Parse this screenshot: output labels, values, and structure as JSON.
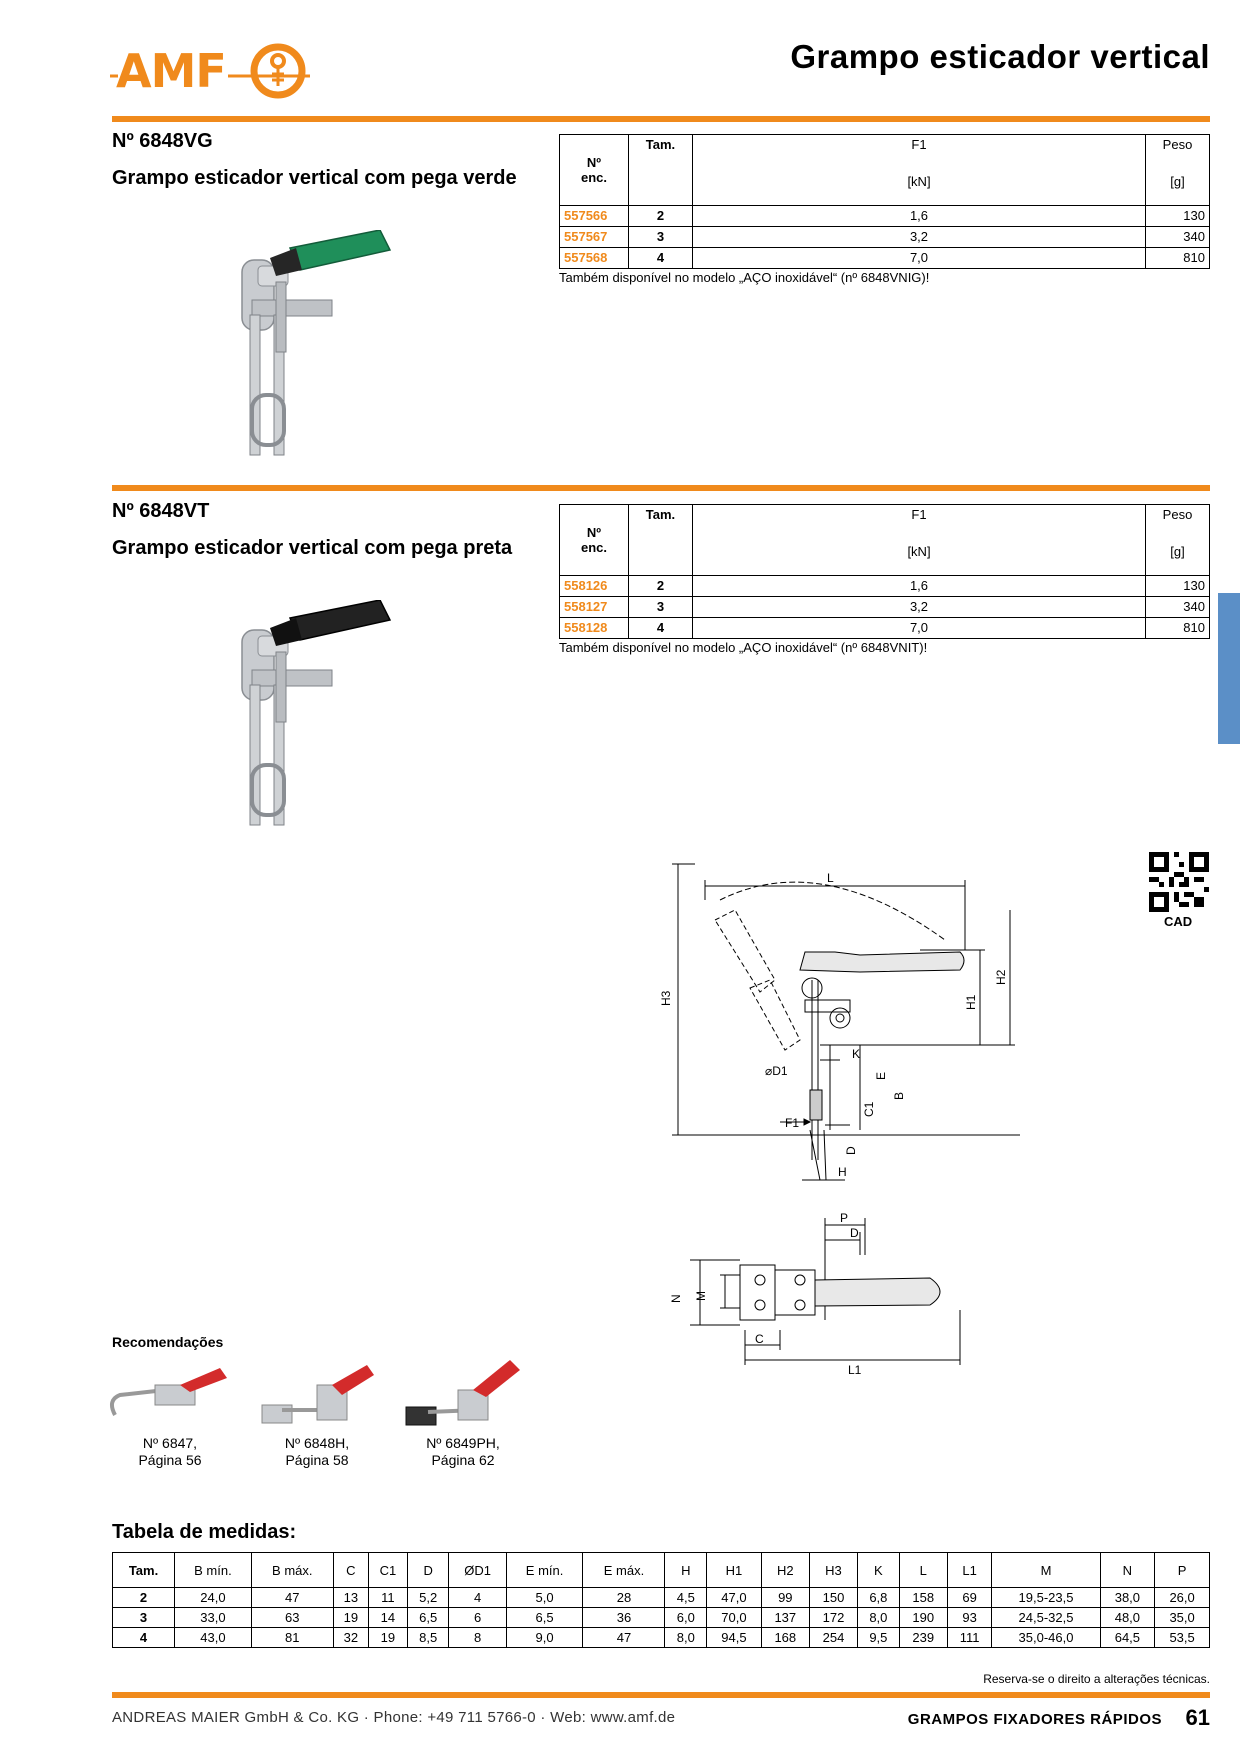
{
  "header": {
    "logo_text": "AMF",
    "page_title": "Grampo esticador vertical"
  },
  "colors": {
    "accent": "#f08a1c",
    "green_handle": "#1f8f5a",
    "black_handle": "#222222",
    "tab_blue": "#5b8fc7"
  },
  "product1": {
    "number": "Nº 6848VG",
    "name": "Grampo esticador vertical com pega verde",
    "table_headers": {
      "order_no_line1": "Nº",
      "order_no_line2": "enc.",
      "size": "Tam.",
      "force": "F1",
      "force_unit": "[kN]",
      "weight": "Peso",
      "weight_unit": "[g]"
    },
    "rows": [
      {
        "order": "557566",
        "size": "2",
        "force": "1,6",
        "weight": "130"
      },
      {
        "order": "557567",
        "size": "3",
        "force": "3,2",
        "weight": "340"
      },
      {
        "order": "557568",
        "size": "4",
        "force": "7,0",
        "weight": "810"
      }
    ],
    "note": "Também disponível no modelo „AÇO inoxidável“ (nº 6848VNIG)!"
  },
  "product2": {
    "number": "Nº 6848VT",
    "name": "Grampo esticador vertical com pega preta",
    "table_headers": {
      "order_no_line1": "Nº",
      "order_no_line2": "enc.",
      "size": "Tam.",
      "force": "F1",
      "force_unit": "[kN]",
      "weight": "Peso",
      "weight_unit": "[g]"
    },
    "rows": [
      {
        "order": "558126",
        "size": "2",
        "force": "1,6",
        "weight": "130"
      },
      {
        "order": "558127",
        "size": "3",
        "force": "3,2",
        "weight": "340"
      },
      {
        "order": "558128",
        "size": "4",
        "force": "7,0",
        "weight": "810"
      }
    ],
    "note": "Também disponível no modelo „AÇO inoxidável“ (nº 6848VNIT)!"
  },
  "drawing_labels": {
    "L": "L",
    "H1": "H1",
    "H2": "H2",
    "H3": "H3",
    "K": "K",
    "E": "E",
    "B": "B",
    "D1": "⌀D1",
    "C1": "C1",
    "F1": "F1",
    "D": "D",
    "H": "H",
    "P": "P",
    "N": "N",
    "M": "M",
    "C": "C",
    "L1": "L1"
  },
  "cad_label": "CAD",
  "recommendations": {
    "title": "Recomendações",
    "items": [
      {
        "line1": "Nº 6847,",
        "line2": "Página 56"
      },
      {
        "line1": "Nº 6848H,",
        "line2": "Página 58"
      },
      {
        "line1": "Nº 6849PH,",
        "line2": "Página 62"
      }
    ]
  },
  "dimensions": {
    "title": "Tabela de medidas:",
    "headers": [
      "Tam.",
      "B mín.",
      "B máx.",
      "C",
      "C1",
      "D",
      "ØD1",
      "E mín.",
      "E máx.",
      "H",
      "H1",
      "H2",
      "H3",
      "K",
      "L",
      "L1",
      "M",
      "N",
      "P"
    ],
    "rows": [
      [
        "2",
        "24,0",
        "47",
        "13",
        "11",
        "5,2",
        "4",
        "5,0",
        "28",
        "4,5",
        "47,0",
        "99",
        "150",
        "6,8",
        "158",
        "69",
        "19,5-23,5",
        "38,0",
        "26,0"
      ],
      [
        "3",
        "33,0",
        "63",
        "19",
        "14",
        "6,5",
        "6",
        "6,5",
        "36",
        "6,0",
        "70,0",
        "137",
        "172",
        "8,0",
        "190",
        "93",
        "24,5-32,5",
        "48,0",
        "35,0"
      ],
      [
        "4",
        "43,0",
        "81",
        "32",
        "19",
        "8,5",
        "8",
        "9,0",
        "47",
        "8,0",
        "94,5",
        "168",
        "254",
        "9,5",
        "239",
        "111",
        "35,0-46,0",
        "64,5",
        "53,5"
      ]
    ]
  },
  "footer": {
    "disclaimer": "Reserva-se o direito a alterações técnicas.",
    "company": "ANDREAS MAIER GmbH & Co. KG · Phone: +49 711 5766-0 · Web: www.amf.de",
    "section": "GRAMPOS FIXADORES RÁPIDOS",
    "page": "61"
  }
}
